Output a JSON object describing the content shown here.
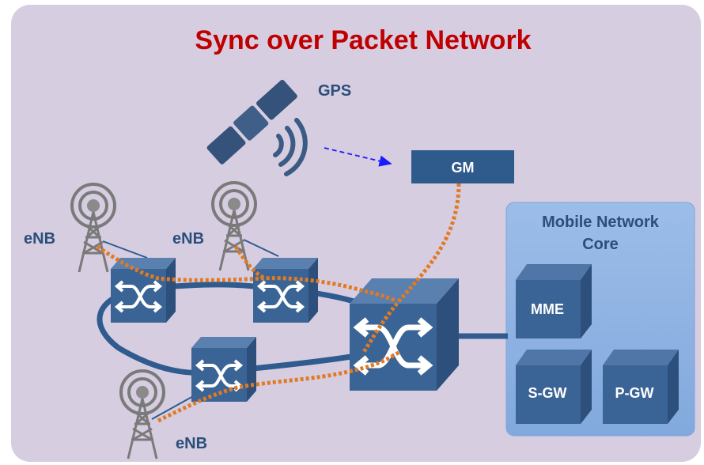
{
  "title": "Sync over Packet Network",
  "gps_label": "GPS",
  "gm_label": "GM",
  "core": {
    "title_line1": "Mobile Network",
    "title_line2": "Core",
    "elements": [
      "MME",
      "S-GW",
      "P-GW"
    ]
  },
  "enb_labels": [
    "eNB",
    "eNB",
    "eNB"
  ],
  "colors": {
    "background": "#d6cde1",
    "title": "#c00000",
    "box_blue": "#2e5a8c",
    "link_blue": "#2f5b8f",
    "sync_orange": "#e07b24",
    "gps_arrow": "#1a1aff",
    "core_panel": "#8fb4e3"
  }
}
